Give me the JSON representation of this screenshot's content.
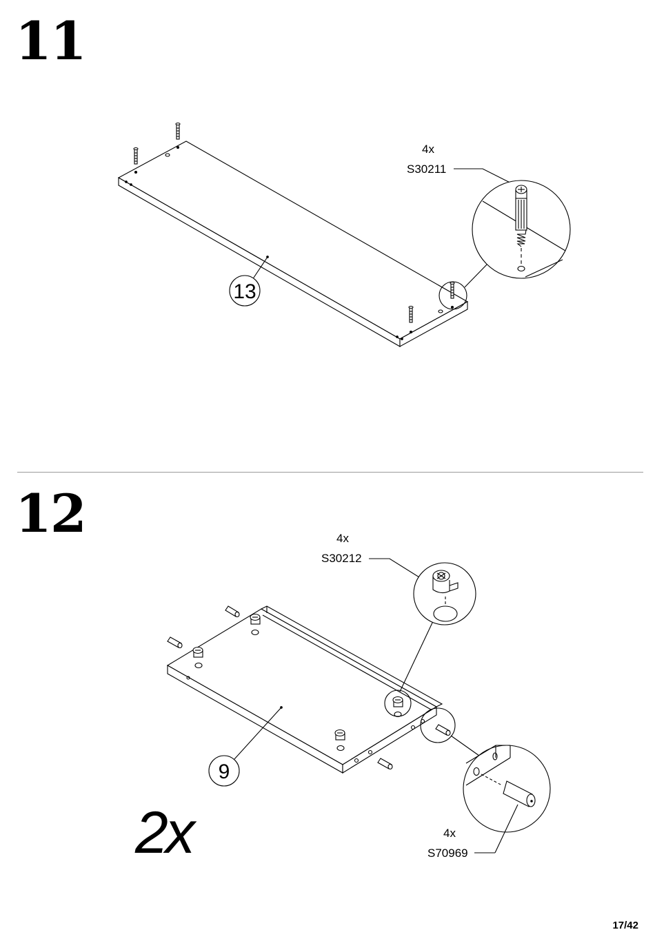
{
  "steps": [
    {
      "number": "11",
      "qty": "4x",
      "part_code": "S30211",
      "panel_label": "13"
    },
    {
      "number": "12",
      "qty_top": "4x",
      "part_code_top": "S30212",
      "panel_label": "9",
      "multiplier": "2x",
      "qty_bottom": "4x",
      "part_code_bottom": "S70969"
    }
  ],
  "page": "17/42"
}
